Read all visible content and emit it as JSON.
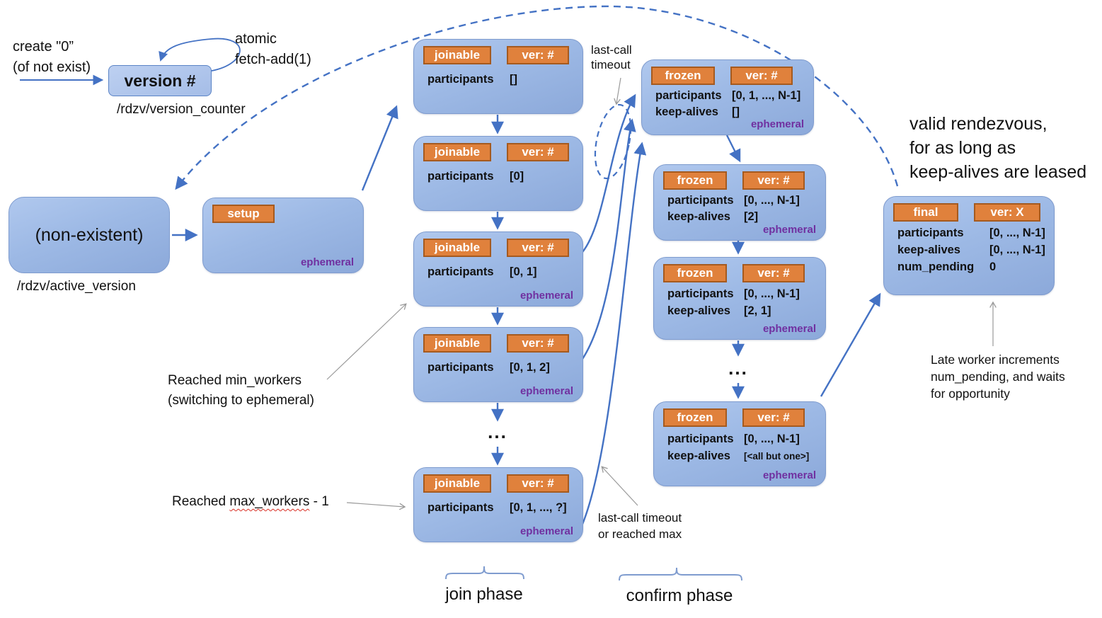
{
  "colors": {
    "box_fill": "#9db9e5",
    "box_border": "#7e9bce",
    "badge_fill": "#e0813c",
    "badge_border": "#a55a1f",
    "arrow_blue": "#4472c4",
    "arrow_gray": "#9a9a9a",
    "ephemeral_purple": "#7030a0"
  },
  "version_counter": {
    "create_line1": "create \"0”",
    "create_line2": "(of not exist)",
    "atomic_line1": "atomic",
    "atomic_line2": "fetch-add(1)",
    "node_label": "version #",
    "path_label": "/rdzv/version_counter"
  },
  "active_version": {
    "nonexistent_label": "(non-existent)",
    "path_label": "/rdzv/active_version",
    "setup_badge": "setup",
    "setup_ephemeral": "ephemeral"
  },
  "join_column": {
    "boxes": [
      {
        "state": "joinable",
        "ver": "ver: #",
        "participants_label": "participants",
        "participants": "[]",
        "ephemeral": ""
      },
      {
        "state": "joinable",
        "ver": "ver: #",
        "participants_label": "participants",
        "participants": "[0]",
        "ephemeral": ""
      },
      {
        "state": "joinable",
        "ver": "ver: #",
        "participants_label": "participants",
        "participants": "[0, 1]",
        "ephemeral": "ephemeral"
      },
      {
        "state": "joinable",
        "ver": "ver: #",
        "participants_label": "participants",
        "participants": "[0, 1, 2]",
        "ephemeral": "ephemeral"
      },
      {
        "state": "joinable",
        "ver": "ver: #",
        "participants_label": "participants",
        "participants": "[0, 1, ..., ?]",
        "ephemeral": "ephemeral"
      }
    ],
    "ellipsis": "...",
    "phase_label": "join phase"
  },
  "confirm_column": {
    "boxes": [
      {
        "state": "frozen",
        "ver": "ver: #",
        "participants_label": "participants",
        "participants": "[0, 1, ..., N-1]",
        "keepalives_label": "keep-alives",
        "keepalives": "[]",
        "ephemeral": "ephemeral"
      },
      {
        "state": "frozen",
        "ver": "ver: #",
        "participants_label": "participants",
        "participants": "[0, ..., N-1]",
        "keepalives_label": "keep-alives",
        "keepalives": "[2]",
        "ephemeral": "ephemeral"
      },
      {
        "state": "frozen",
        "ver": "ver: #",
        "participants_label": "participants",
        "participants": "[0, ..., N-1]",
        "keepalives_label": "keep-alives",
        "keepalives": "[2, 1]",
        "ephemeral": "ephemeral"
      },
      {
        "state": "frozen",
        "ver": "ver: #",
        "participants_label": "participants",
        "participants": "[0, ..., N-1]",
        "keepalives_label": "keep-alives",
        "keepalives": "[<all but one>]",
        "ephemeral": "ephemeral"
      }
    ],
    "ellipsis": "...",
    "phase_label": "confirm phase"
  },
  "final_box": {
    "state": "final",
    "ver": "ver: X",
    "participants_label": "participants",
    "participants": "[0, ..., N-1]",
    "keepalives_label": "keep-alives",
    "keepalives": "[0, ..., N-1]",
    "num_pending_label": "num_pending",
    "num_pending": "0"
  },
  "annotations": {
    "last_call_timeout": [
      "last-call",
      "timeout"
    ],
    "reached_min": [
      "Reached min_workers",
      "(switching to ephemeral)"
    ],
    "reached_max_prefix": "Reached ",
    "reached_max_word": "max_workers",
    "reached_max_suffix": " - 1",
    "last_call_or_max": [
      "last-call timeout",
      "or reached max"
    ],
    "valid_rendezvous": [
      "valid rendezvous,",
      "for as long as",
      "keep-alives are leased"
    ],
    "late_worker": [
      "Late worker increments",
      "num_pending, and waits",
      "for opportunity"
    ]
  }
}
